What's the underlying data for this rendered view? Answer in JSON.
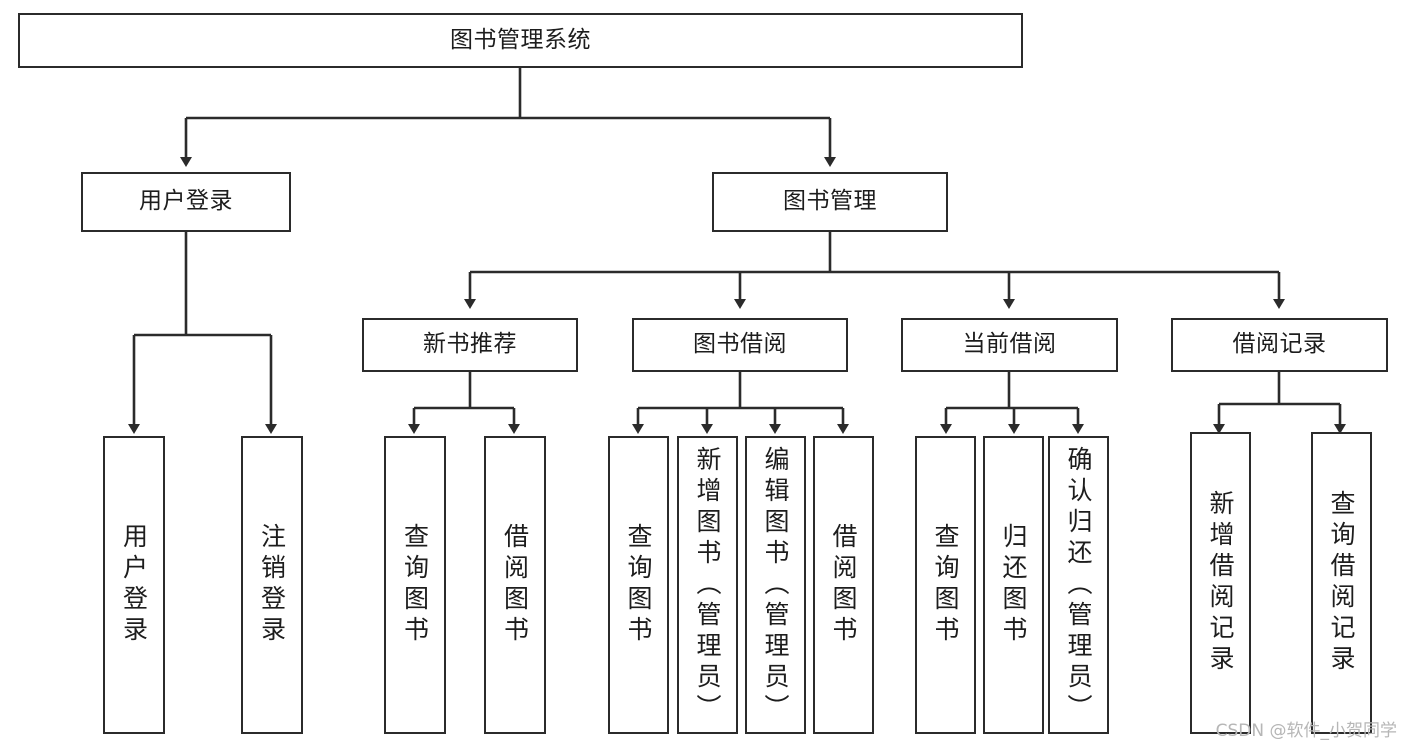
{
  "diagram": {
    "title": "图书管理系统",
    "type": "tree-hierarchy",
    "watermark": "CSDN @软件_小贺同学",
    "colors": {
      "box_border": "#2b2b2b",
      "box_fill": "#ffffff",
      "edge": "#2b2b2b",
      "text": "#1d1d1d",
      "watermark": "#b6b6b6",
      "background": "#ffffff"
    },
    "nodes": {
      "root": {
        "label": "图书管理系统"
      },
      "level2": [
        {
          "id": "user-login",
          "label": "用户登录"
        },
        {
          "id": "book-management",
          "label": "图书管理"
        }
      ],
      "level3": [
        {
          "id": "new-book-recommend",
          "label": "新书推荐"
        },
        {
          "id": "book-borrow",
          "label": "图书借阅"
        },
        {
          "id": "current-borrow",
          "label": "当前借阅"
        },
        {
          "id": "borrow-record",
          "label": "借阅记录"
        }
      ],
      "leaves": {
        "user-login": [
          {
            "id": "login",
            "label": "用户登录"
          },
          {
            "id": "logout",
            "label": "注销登录"
          }
        ],
        "new-book-recommend": [
          {
            "id": "query-books-1",
            "label": "查询图书"
          },
          {
            "id": "borrow-books-1",
            "label": "借阅图书"
          }
        ],
        "book-borrow": [
          {
            "id": "query-books-2",
            "label": "查询图书"
          },
          {
            "id": "add-book-admin",
            "label": "新增图书（管理员）"
          },
          {
            "id": "edit-book-admin",
            "label": "编辑图书（管理员）"
          },
          {
            "id": "borrow-books-2",
            "label": "借阅图书"
          }
        ],
        "current-borrow": [
          {
            "id": "query-books-3",
            "label": "查询图书"
          },
          {
            "id": "return-book",
            "label": "归还图书"
          },
          {
            "id": "confirm-return-admin",
            "label": "确认归还（管理员）"
          }
        ],
        "borrow-record": [
          {
            "id": "add-borrow-record",
            "label": "新增借阅记录"
          },
          {
            "id": "query-borrow-record",
            "label": "查询借阅记录"
          }
        ]
      }
    }
  }
}
